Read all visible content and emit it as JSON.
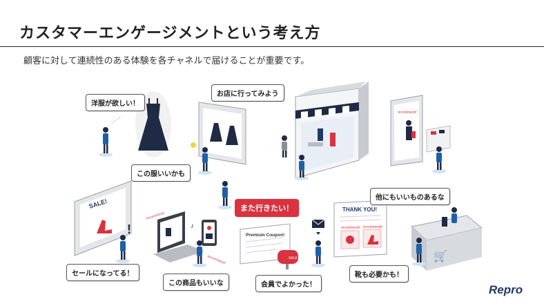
{
  "header": {
    "title": "カスタマーエンゲージメントという考え方",
    "subtitle": "顧客に対して連続性のある体験を各チャネルで届けることが重要です。"
  },
  "bubbles": {
    "want_clothes": "洋服が欲しい！",
    "like_this": "この服いいかも",
    "visit_store": "お店に行ってみよう",
    "want_again": "また行きたい！",
    "other_good": "他にもいいものあるな",
    "sale": "セールになってる！",
    "this_product": "この商品もいいな",
    "glad_member": "会員でよかった！",
    "shoes_too": "靴も必要かも！"
  },
  "scene_text": {
    "sale_tag": "SALE!",
    "coupon": "Premium Coupon!",
    "thank_you": "THANK YOU!",
    "recommend1": "recommend!",
    "recommend2": "recommend!",
    "recommend_sign": "recommend!",
    "recommend_laptop": "recommend!",
    "recommend_phone": "recommend!",
    "mailbox_tag": "SALE"
  },
  "brand": {
    "logo": "Repro"
  },
  "colors": {
    "accent_red": "#d9333f",
    "figure_blue": "#1e5fa8",
    "dark_navy": "#1f3a63",
    "gray": "#b9bcc2"
  }
}
